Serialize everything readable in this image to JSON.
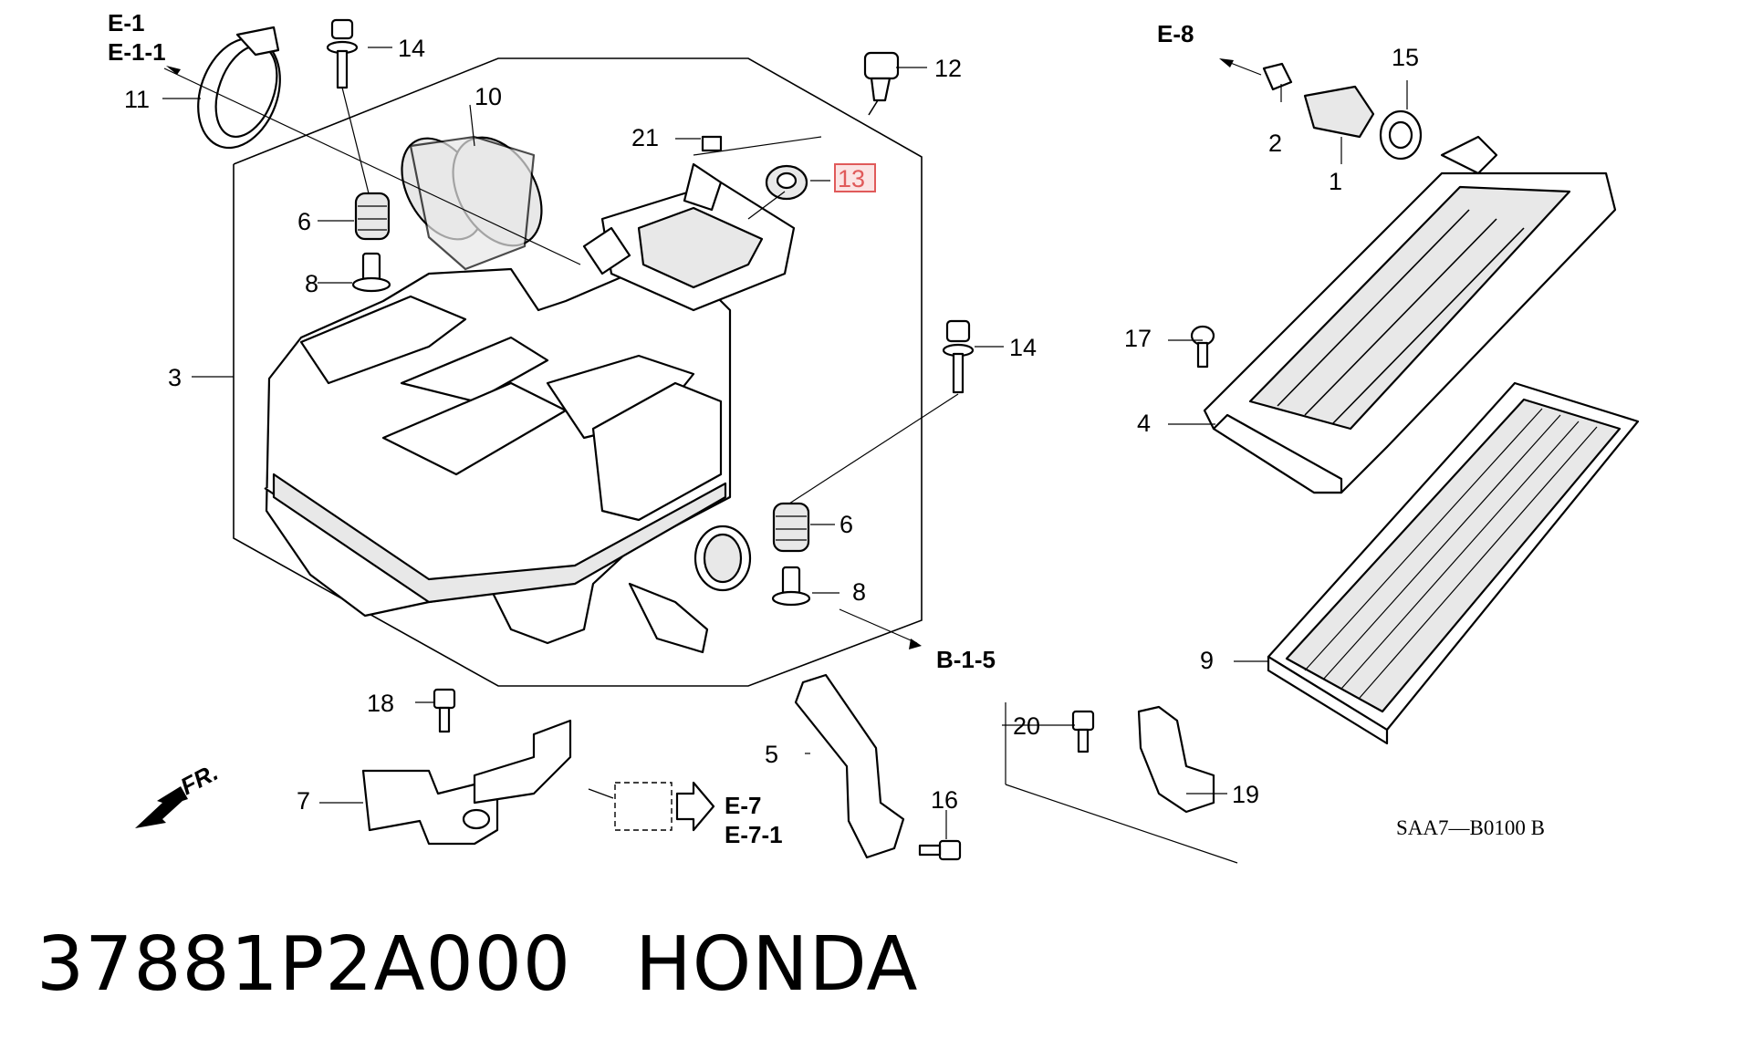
{
  "callouts": {
    "c1": "1",
    "c2": "2",
    "c3": "3",
    "c4": "4",
    "c5": "5",
    "c6a": "6",
    "c6b": "6",
    "c7": "7",
    "c8a": "8",
    "c8b": "8",
    "c9": "9",
    "c10": "10",
    "c11": "11",
    "c12": "12",
    "c13": "13",
    "c14a": "14",
    "c14b": "14",
    "c15": "15",
    "c16": "16",
    "c17": "17",
    "c18": "18",
    "c19": "19",
    "c20": "20",
    "c21": "21"
  },
  "refs": {
    "e1": "E-1",
    "e1_1": "E-1-1",
    "e8": "E-8",
    "b1_5": "B-1-5",
    "e7": "E-7",
    "e7_1": "E-7-1",
    "fr": "FR."
  },
  "diagram_code": "SAA7—B0100 B",
  "highlight_color": "#e05a5a",
  "footer": {
    "part_number": "37881P2A000",
    "brand": "HONDA"
  }
}
